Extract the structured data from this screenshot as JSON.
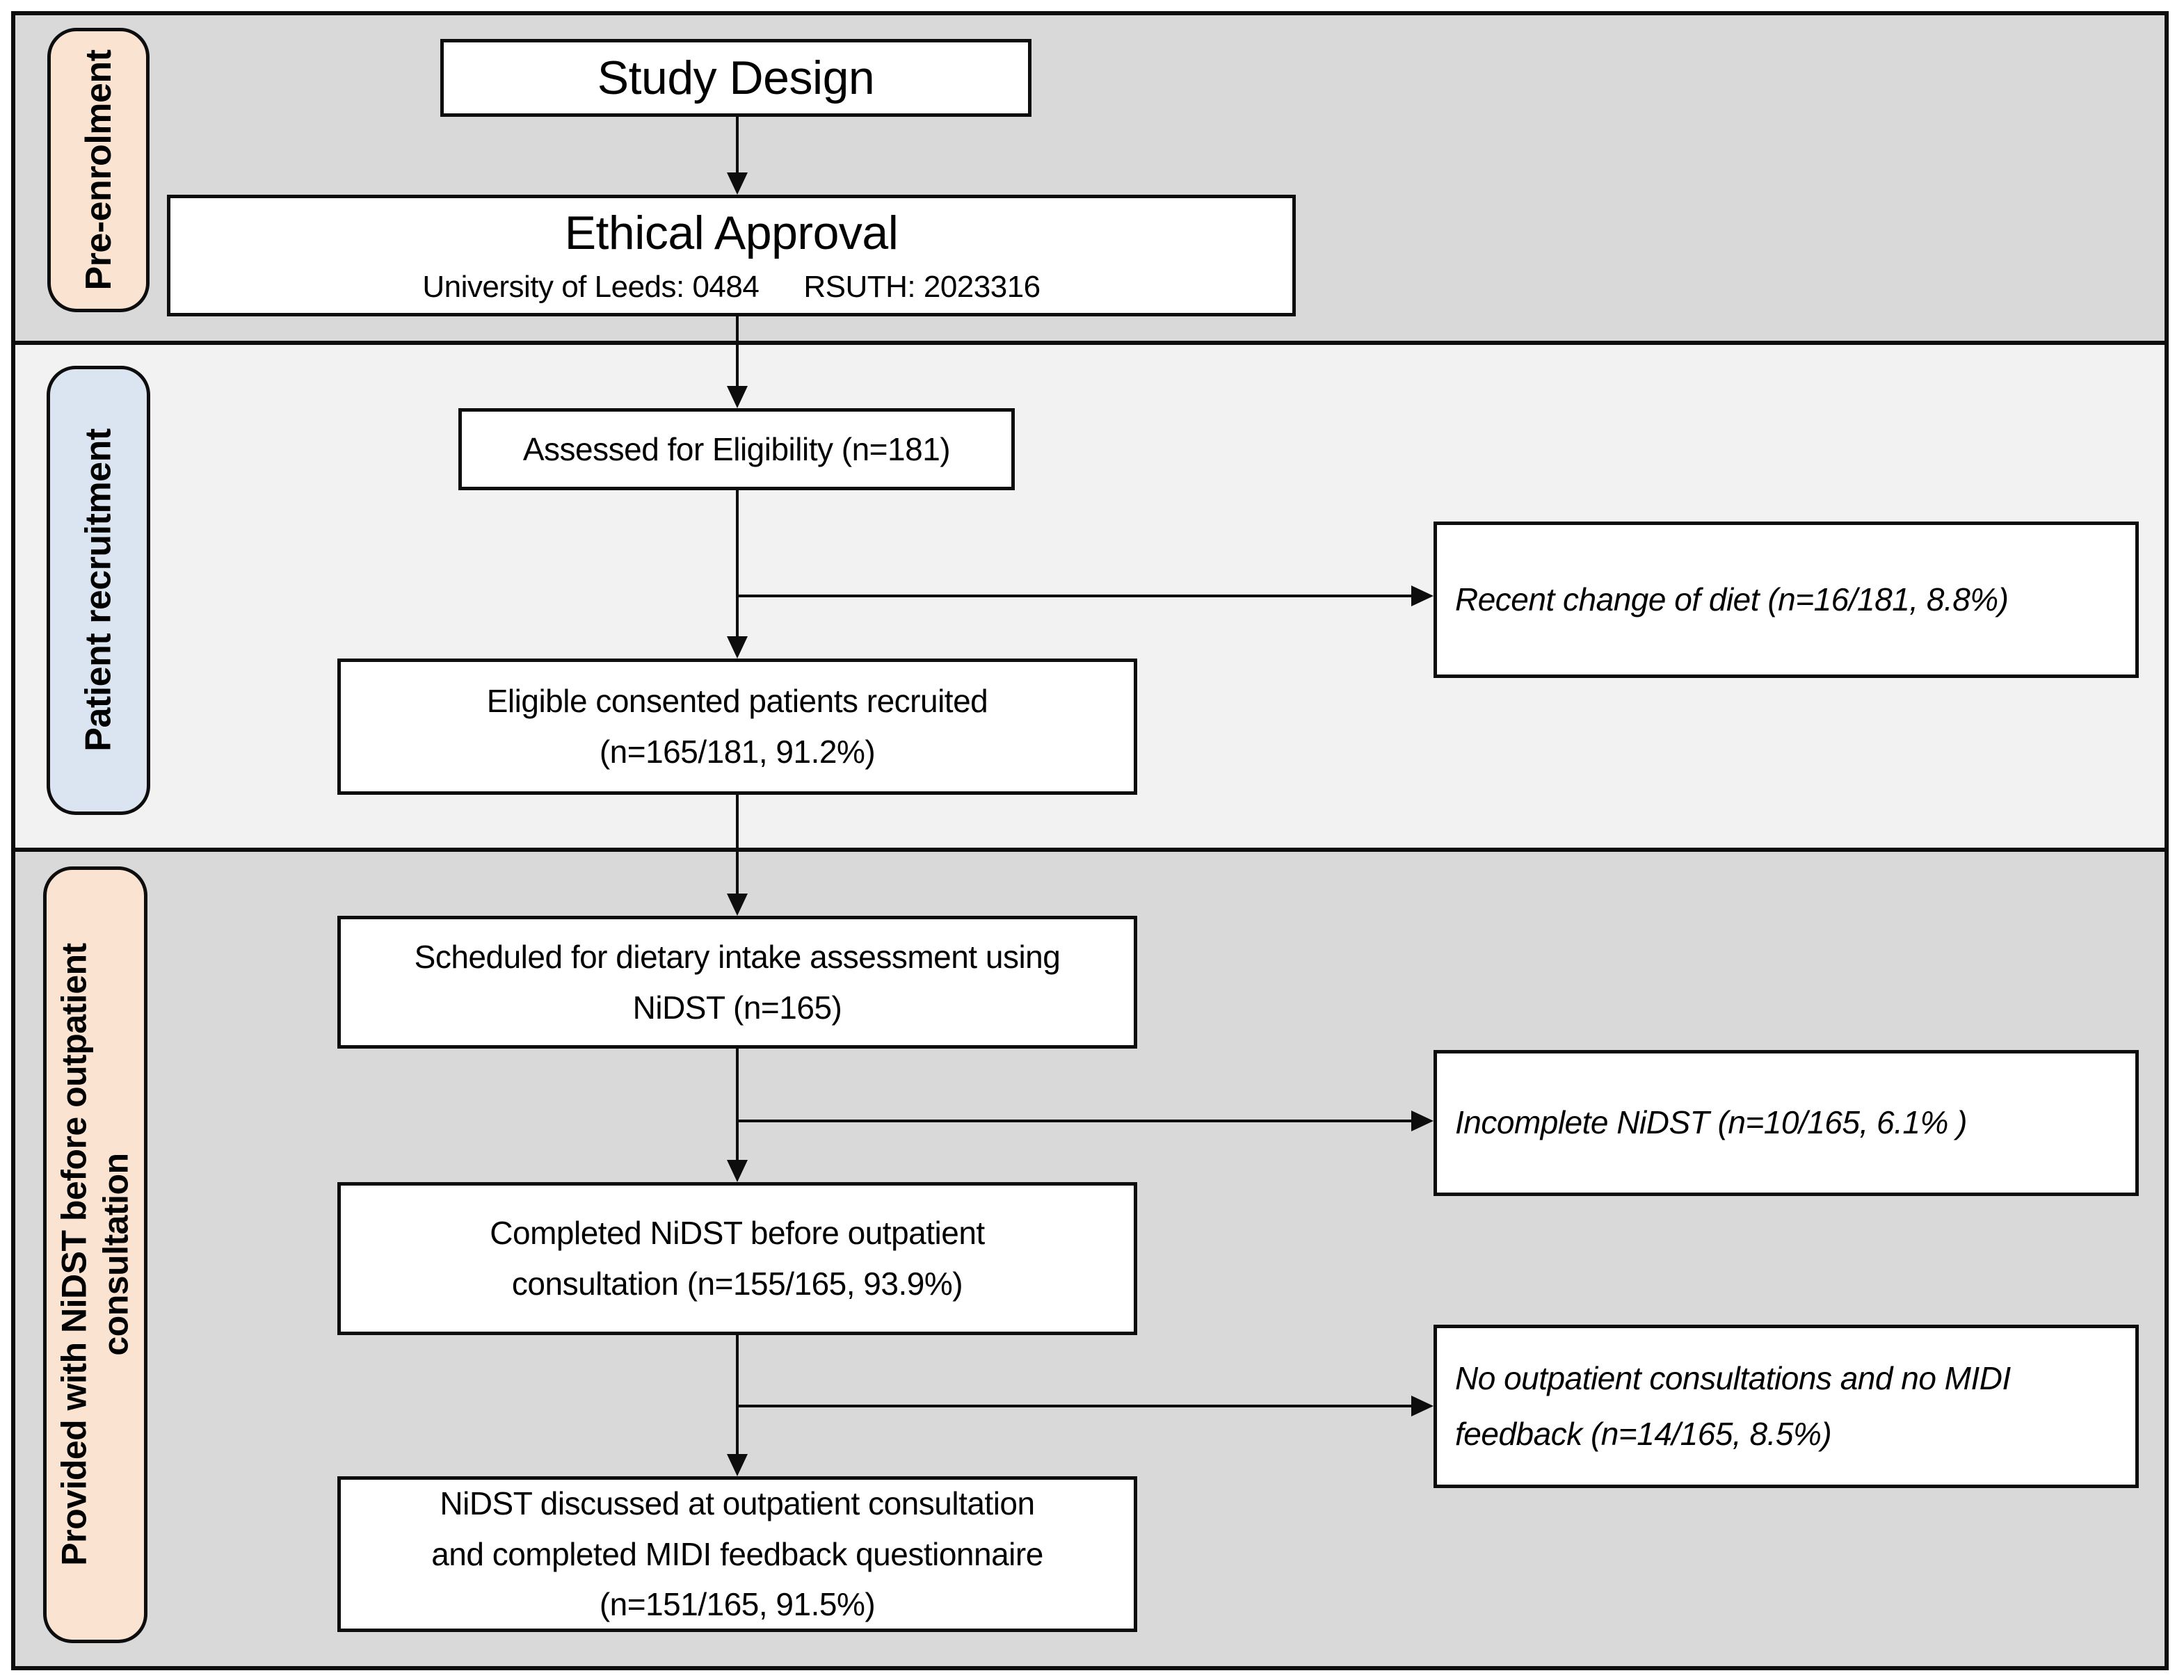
{
  "sections": [
    {
      "label": "Pre-enrolment"
    },
    {
      "label": "Patient recruitment"
    },
    {
      "lines": [
        "Provided with NiDST before outpatient",
        "consultation"
      ]
    }
  ],
  "boxes": {
    "study_design": {
      "title": "Study Design"
    },
    "ethical_approval": {
      "title": "Ethical Approval",
      "approvals": [
        "University of Leeds: 0484",
        "RSUTH: 2023316"
      ]
    },
    "assessed": {
      "lines": [
        "Assessed for Eligibility (n=181)"
      ]
    },
    "eligible": {
      "lines": [
        "Eligible consented patients recruited",
        "(n=165/181, 91.2%)"
      ]
    },
    "scheduled": {
      "lines": [
        "Scheduled for dietary intake assessment using",
        "NiDST (n=165)"
      ]
    },
    "completed": {
      "lines": [
        "Completed NiDST before outpatient",
        "consultation (n=155/165, 93.9%)"
      ]
    },
    "discussed": {
      "lines": [
        "NiDST discussed at outpatient consultation",
        "and completed MIDI feedback questionnaire",
        "(n=151/165, 91.5%)"
      ]
    },
    "excl_recent_diet": {
      "lines": [
        "Recent change of diet (n=16/181, 8.8%)"
      ]
    },
    "excl_incomplete_nidst": {
      "lines": [
        "Incomplete NiDST (n=10/165, 6.1% )"
      ]
    },
    "excl_no_outpatient": {
      "lines": [
        "No outpatient consultations and no MIDI",
        "feedback (n=14/165, 8.5%)"
      ]
    }
  },
  "colors": {
    "band_dark": "#d9d9d9",
    "band_light": "#f2f2f2",
    "label_peach": "#fbe3d1",
    "label_blue": "#dbe5f1",
    "box_bg": "#ffffff",
    "line": "#0d0d0d"
  }
}
